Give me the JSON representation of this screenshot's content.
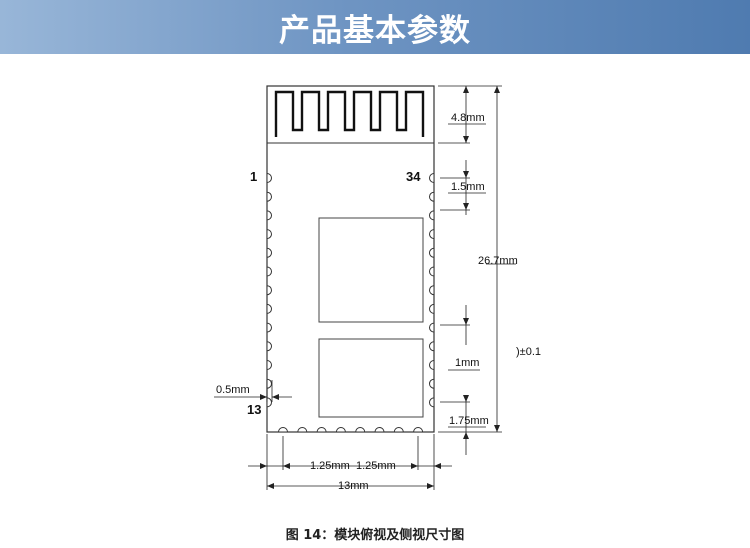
{
  "header": {
    "title": "产品基本参数"
  },
  "diagram": {
    "pins": {
      "top_left": "1",
      "top_right": "34",
      "bottom_left": "13"
    },
    "dimensions": {
      "antenna_height": "4.8mm",
      "pin_offset": "1.5mm",
      "total_height": "26.7mm",
      "tolerance": ")±0.1",
      "pad_pitch": "1mm",
      "bottom_margin": "1.75mm",
      "pad_width": "0.5mm",
      "bottom_pitch_left": "1.25mm",
      "bottom_pitch_right": "1.25mm",
      "total_width": "13mm"
    }
  },
  "caption": "图 14：模块俯视及侧视尺寸图"
}
